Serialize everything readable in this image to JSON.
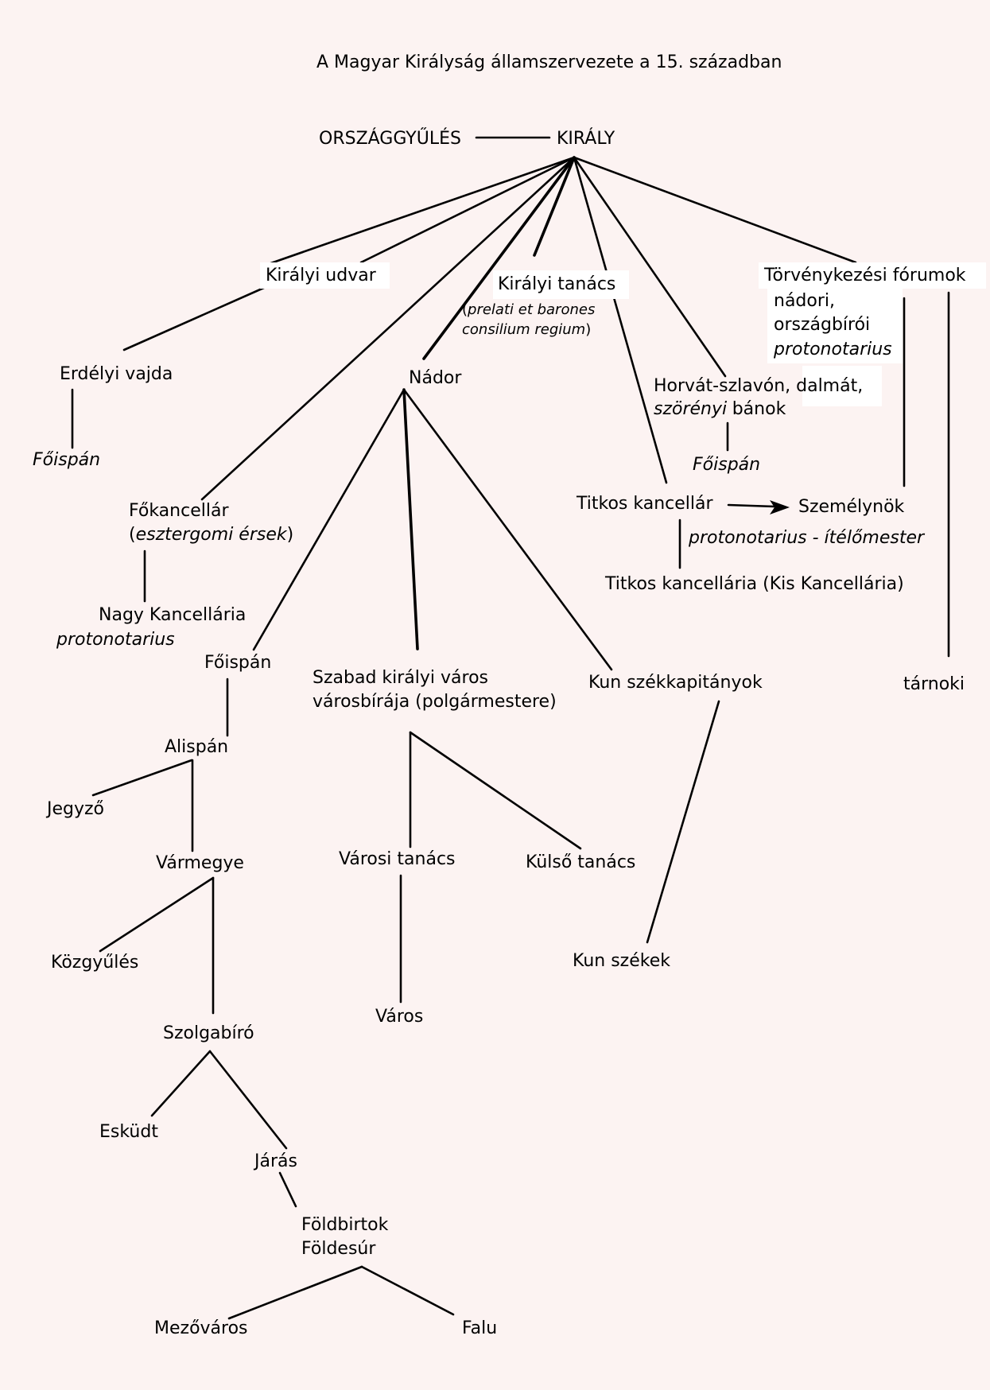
{
  "title": "A Magyar Királyság államszervezete a 15. században",
  "top": {
    "assembly": "ORSZÁGGYŰLÉS",
    "king": "KIRÁLY"
  },
  "court": {
    "label": "Királyi udvar"
  },
  "council": {
    "label": "Királyi tanács",
    "note_open": "(",
    "note_line1": "prelati et barones",
    "note_line2": "consilium regium",
    "note_close": ")"
  },
  "courts_of_law": {
    "label": "Törvénykezési fórumok",
    "line1": "nádori,",
    "line2": "országbírói",
    "line3": "protonotarius",
    "tarnoki": "tárnoki"
  },
  "transylvania": {
    "voivode": "Erdélyi vajda",
    "ispan": "Főispán"
  },
  "bans": {
    "line1": "Horvát-szlavón, dalmát,",
    "line2_italic": "szörényi",
    "line2_rest": "bánok",
    "ispan": "Főispán"
  },
  "chancellery": {
    "chancellor": "Főkancellár",
    "note_open": "(",
    "note_italic": "esztergomi érsek",
    "note_close": ")",
    "great_chancellery": "Nagy Kancellária",
    "great_notary": "protonotarius"
  },
  "secret": {
    "chancellor": "Titkos kancellár",
    "personalis": "Személynök",
    "personalis_note": "protonotarius - ítélőmester",
    "chancellery": "Titkos kancellária (Kis Kancellária)"
  },
  "palatine": {
    "label": "Nádor",
    "ispan": "Főispán",
    "vice_ispan": "Alispán",
    "notary": "Jegyző",
    "county": "Vármegye",
    "assembly": "Közgyűlés",
    "judge": "Szolgabíró",
    "juror": "Esküdt",
    "district": "Járás",
    "estate_line1": "Földbirtok",
    "estate_line2": "Földesúr",
    "market_town": "Mezőváros",
    "village": "Falu"
  },
  "free_town": {
    "line1": "Szabad királyi város",
    "line2": "városbírája (polgármestere)",
    "town_council": "Városi tanács",
    "outer_council": "Külső tanács",
    "town": "Város"
  },
  "cumans": {
    "captains": "Kun székkapitányok",
    "seats": "Kun székek"
  },
  "colors": {
    "background": "#fcf3f2",
    "line": "#000000",
    "label_box": "#ffffff"
  }
}
